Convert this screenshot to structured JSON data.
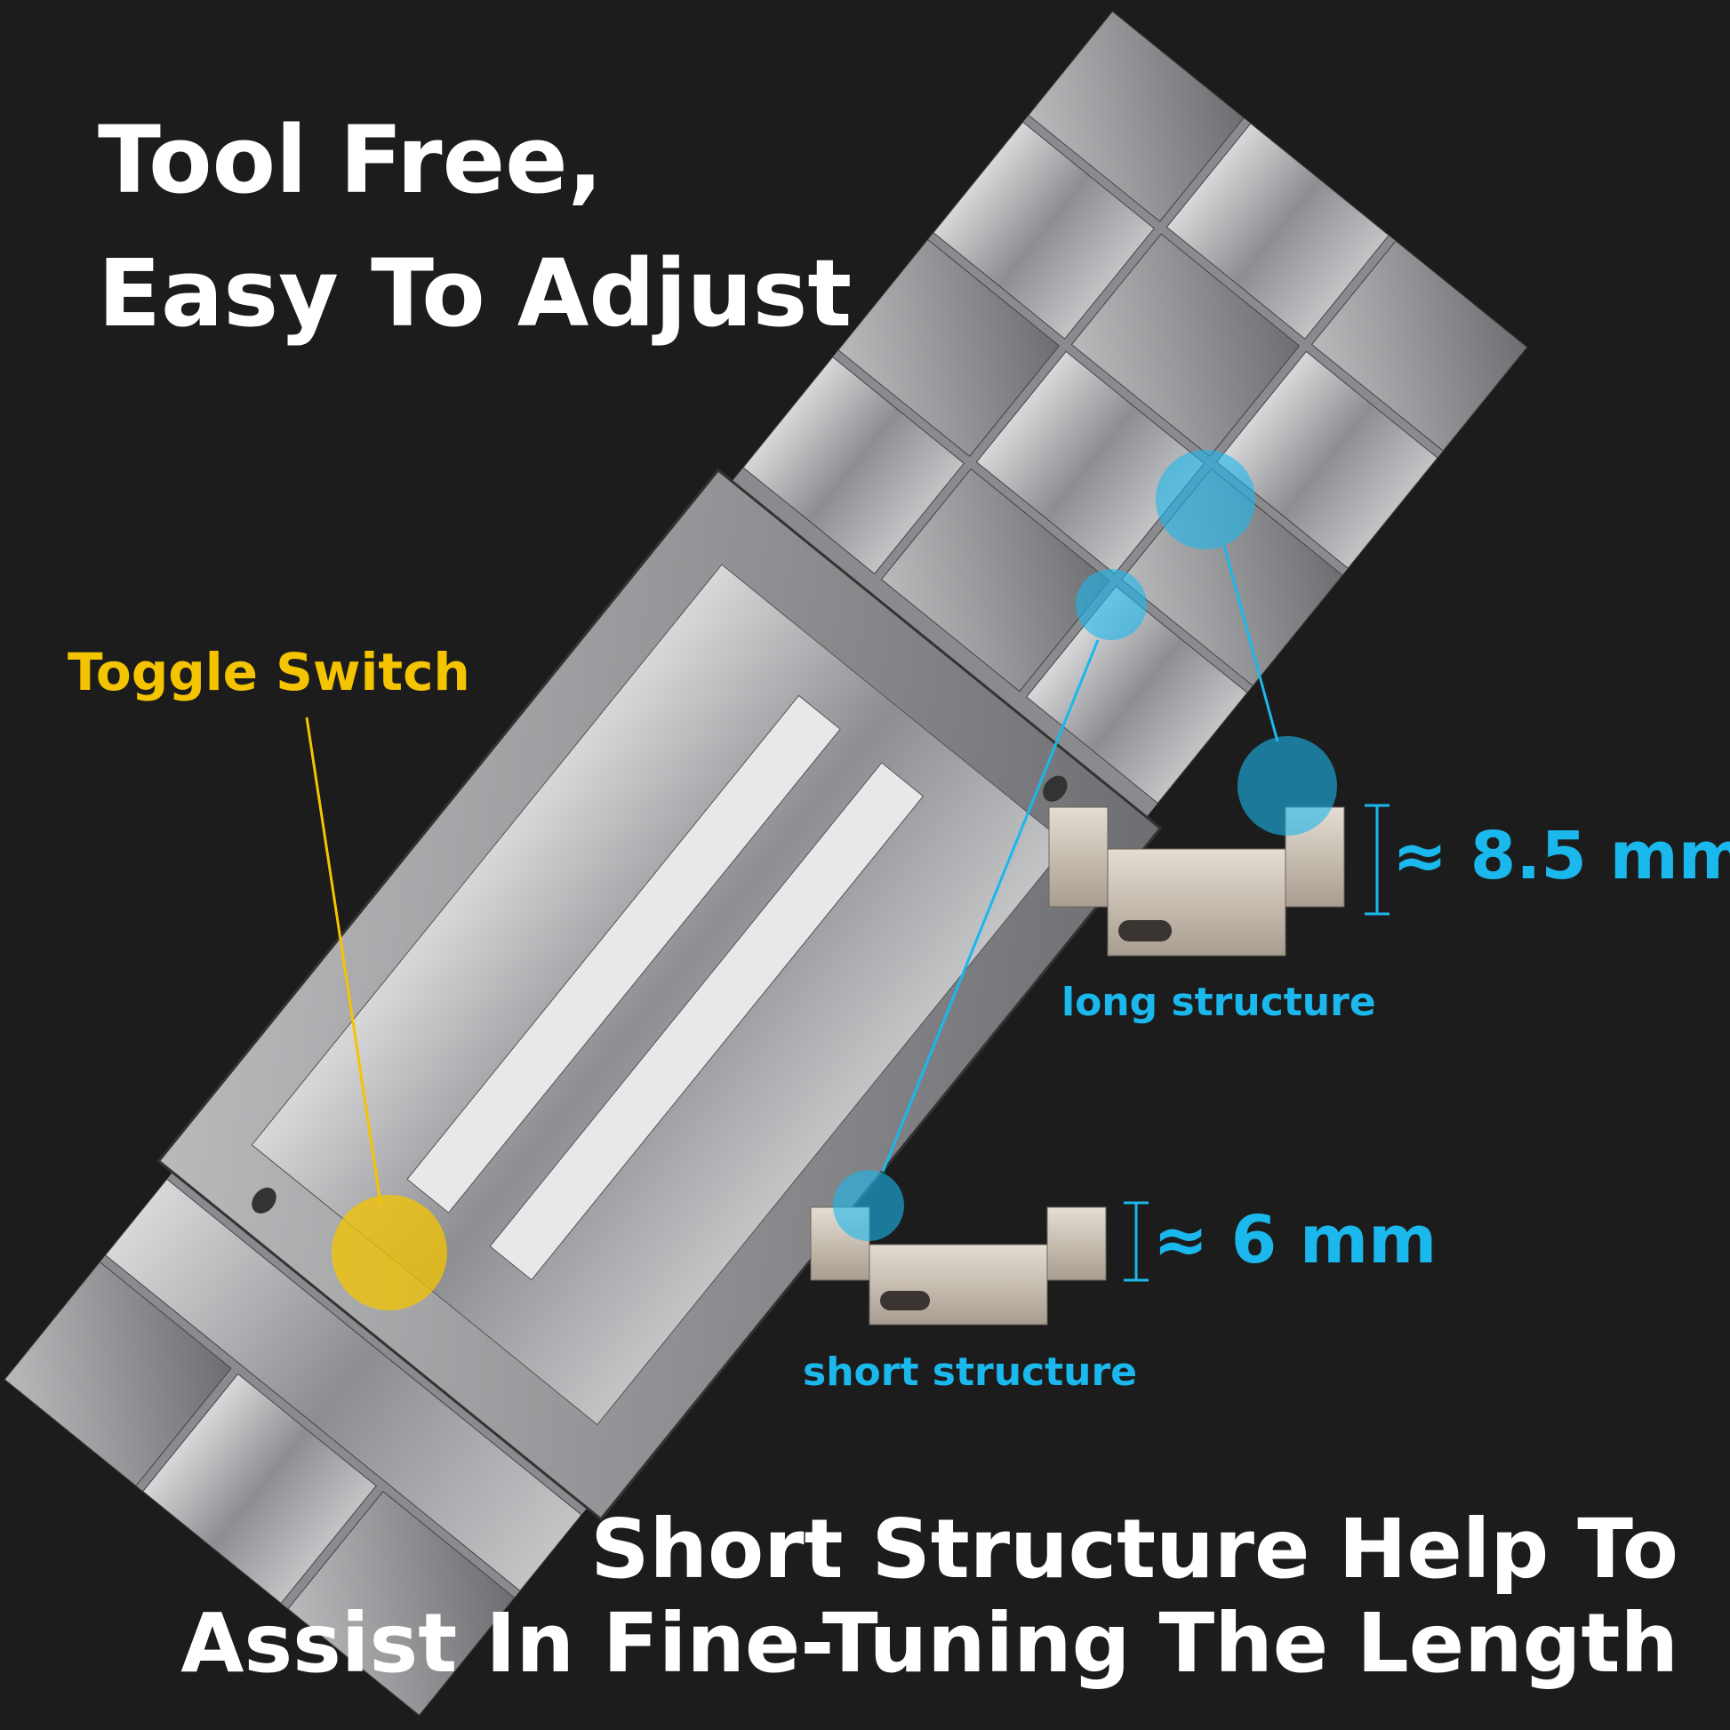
{
  "headline": {
    "line1": "Tool Free,",
    "line2": "Easy To Adjust"
  },
  "callout_toggle": "Toggle Switch",
  "long_link": {
    "dimension": "≈ 8.5 mm",
    "label": "long  structure"
  },
  "short_link": {
    "dimension": "≈ 6 mm",
    "label": "short  structure"
  },
  "footer": {
    "line1": "Short Structure Help To",
    "line2": "Assist In Fine-Tuning The Length"
  },
  "colors": {
    "accent_blue": "#1ab8ec",
    "accent_yellow": "#f5c400",
    "background": "#1c1c1d"
  }
}
